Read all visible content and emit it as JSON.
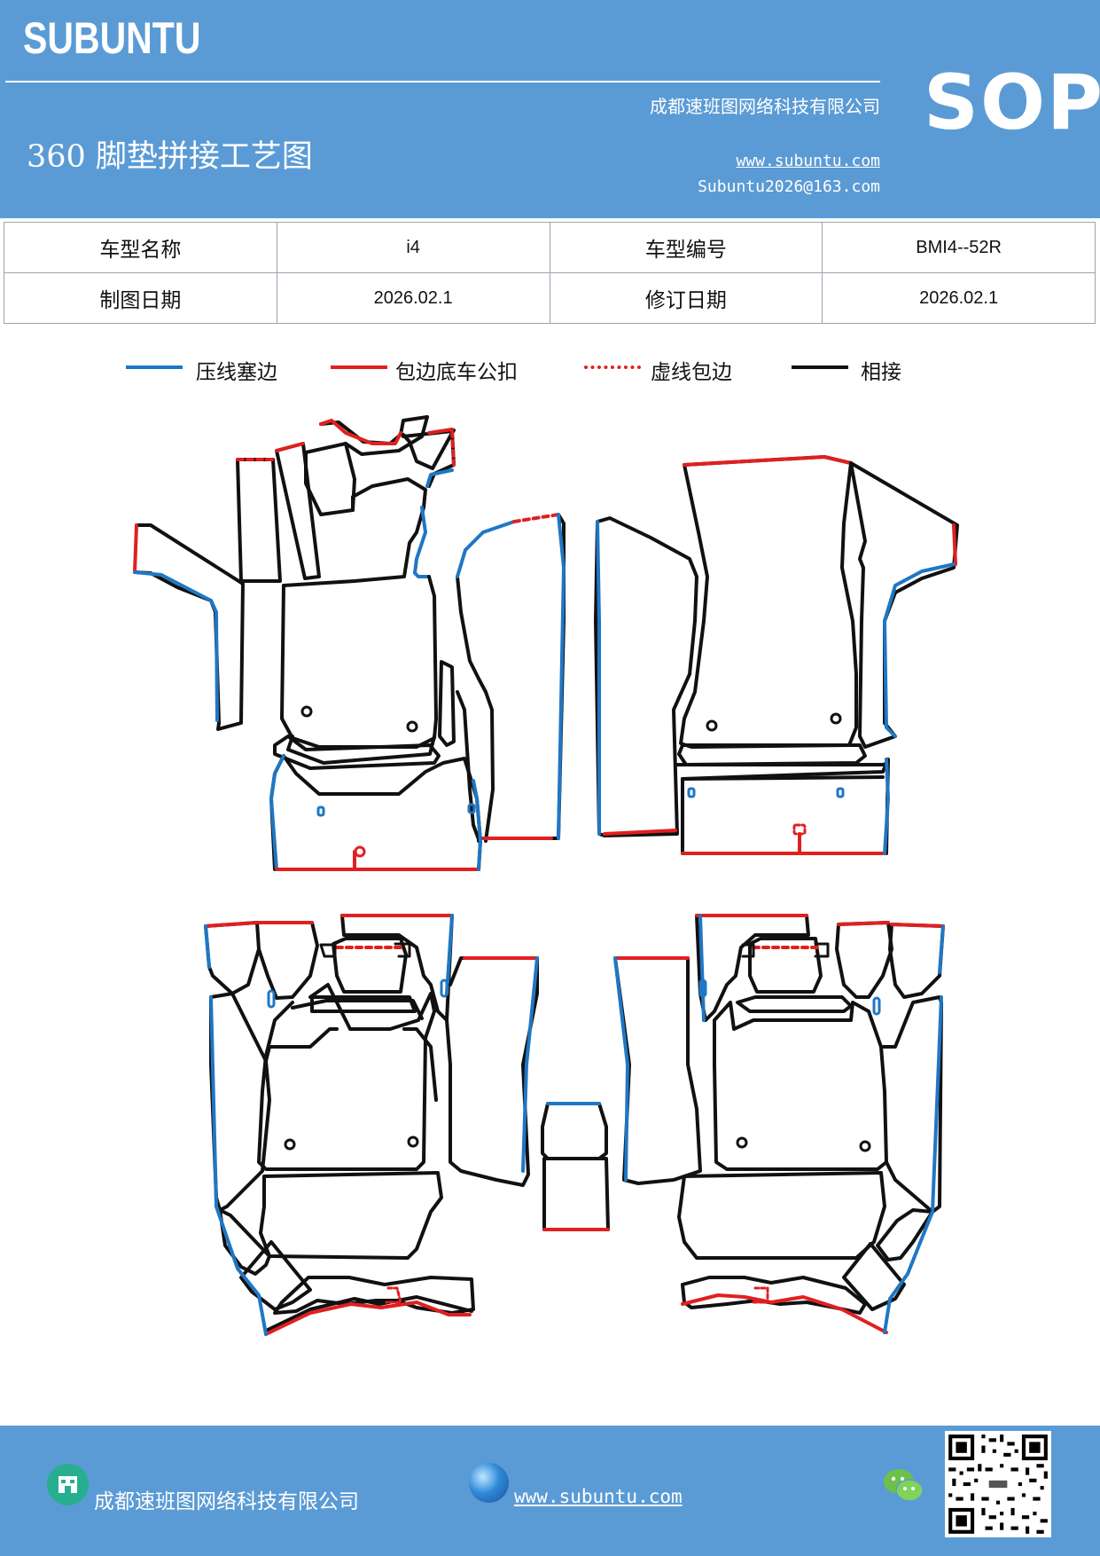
{
  "header": {
    "brand": "SUBUNTU",
    "badge": "SOP",
    "company": "成都速班图网络科技有限公司",
    "title": "360 脚垫拼接工艺图",
    "website": "www.subuntu.com",
    "email": "Subuntu2026@163.com"
  },
  "info_table": {
    "rows": [
      [
        {
          "label": "车型名称",
          "value": "i4"
        },
        {
          "label": "车型编号",
          "value": "BMI4--52R"
        }
      ],
      [
        {
          "label": "制图日期",
          "value": "2026.02.1"
        },
        {
          "label": "修订日期",
          "value": "2026.02.1"
        }
      ]
    ]
  },
  "legend": [
    {
      "label": "压线塞边",
      "color": "#1f77c4",
      "style": "solid"
    },
    {
      "label": "包边底车公扣",
      "color": "#e02020",
      "style": "solid"
    },
    {
      "label": "虚线包边",
      "color": "#e02020",
      "style": "dotted"
    },
    {
      "label": "相接",
      "color": "#111111",
      "style": "solid"
    }
  ],
  "colors": {
    "header_bg": "#5b9bd5",
    "blue_edge": "#1f77c4",
    "red_edge": "#e02020",
    "black_edge": "#111111"
  },
  "footer": {
    "company": "成都速班图网络科技有限公司",
    "website": "www.subuntu.com",
    "icons": [
      "building-icon",
      "globe-icon",
      "wechat-icon",
      "qr-code"
    ]
  }
}
